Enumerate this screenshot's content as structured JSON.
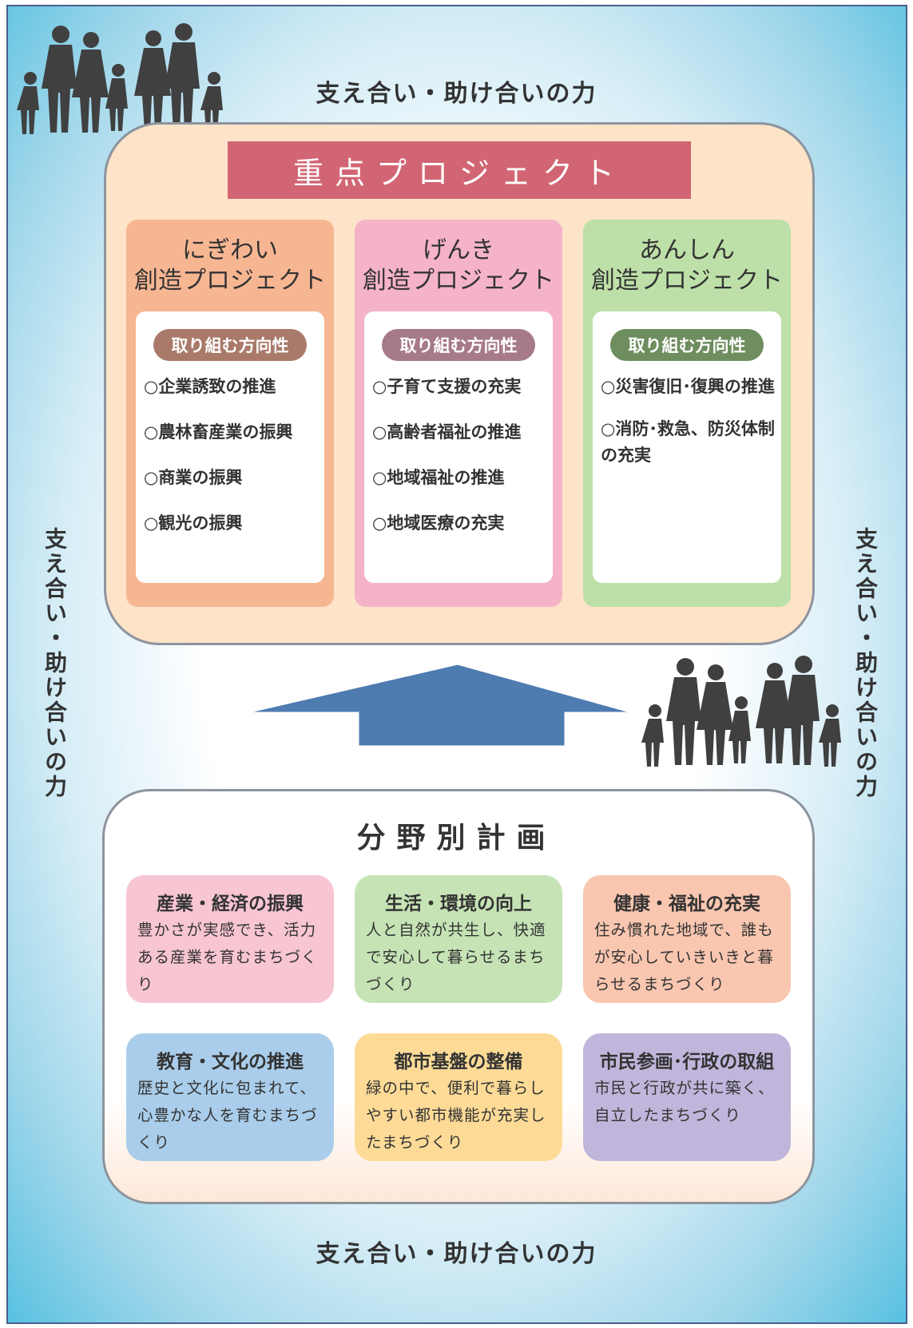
{
  "support_label": "支え合い・助け合いの力",
  "focus": {
    "title": "重点プロジェクト",
    "direction_label": "取り組む方向性",
    "projects": [
      {
        "title_line1": "にぎわい",
        "title_line2": "創造プロジェクト",
        "items": [
          "○企業誘致の推進",
          "○農林畜産業の振興",
          "○商業の振興",
          "○観光の振興"
        ]
      },
      {
        "title_line1": "げんき",
        "title_line2": "創造プロジェクト",
        "items": [
          "○子育て支援の充実",
          "○高齢者福祉の推進",
          "○地域福祉の推進",
          "○地域医療の充実"
        ]
      },
      {
        "title_line1": "あんしん",
        "title_line2": "創造プロジェクト",
        "items": [
          "○災害復旧･復興の推進",
          "○消防･救急、防災体制の充実"
        ]
      }
    ]
  },
  "plans": {
    "title": "分野別計画",
    "cards": [
      {
        "title": "産業・経済の振興",
        "text": "豊かさが実感でき、活力ある産業を育むまちづくり"
      },
      {
        "title": "生活・環境の向上",
        "text": "人と自然が共生し、快適で安心して暮らせるまちづくり"
      },
      {
        "title": "健康・福祉の充実",
        "text": "住み慣れた地域で、誰もが安心していきいきと暮らせるまちづくり"
      },
      {
        "title": "教育・文化の推進",
        "text": "歴史と文化に包まれて、心豊かな人を育むまちづくり"
      },
      {
        "title": "都市基盤の整備",
        "text": "緑の中で、便利で暮らしやすい都市機能が充実したまちづくり"
      },
      {
        "title": "市民参画･行政の取組",
        "text": "市民と行政が共に築く、自立したまちづくり"
      }
    ]
  },
  "colors": {
    "focus_title_bg": "#d26573",
    "nigiwai": "#f7b692",
    "genki": "#f5b3c8",
    "anshin": "#bde0a8",
    "pill_nigiwai": "#a97a6a",
    "pill_genki": "#a67a86",
    "pill_anshin": "#6f8e5f",
    "arrow": "#4e7bb0",
    "card_pink": "#f8c5d3",
    "card_green": "#c6e3b5",
    "card_salmon": "#f9c6b0",
    "card_blue": "#a9cdea",
    "card_yellow": "#fddb97",
    "card_purple": "#c0b6db"
  },
  "icons": [
    "family-silhouette-icon",
    "upward-arrow-icon"
  ]
}
